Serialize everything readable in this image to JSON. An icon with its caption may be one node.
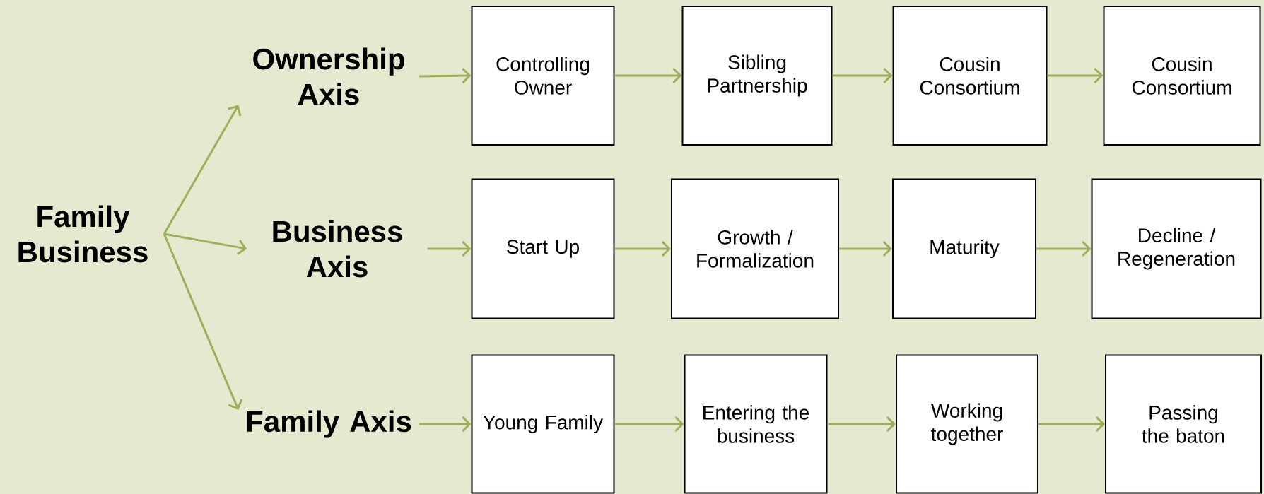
{
  "diagram": {
    "nodes": [
      {
        "text": [
          "Family Business"
        ]
      },
      {
        "text": [
          "Ownership Axis"
        ]
      },
      {
        "text": [
          "Business Axis"
        ]
      },
      {
        "text": [
          "Family Axis"
        ]
      },
      {
        "text": [
          "Controlling Owner"
        ]
      },
      {
        "text": [
          "Sibling Partnership"
        ]
      },
      {
        "text": [
          "Cousin Consortium"
        ]
      },
      {
        "text": [
          "Cousin Consortium"
        ]
      },
      {
        "text": [
          "Start Up"
        ]
      },
      {
        "text": [
          "Growth / Formalization"
        ]
      },
      {
        "text": [
          "Maturity"
        ]
      },
      {
        "text": [
          "Decline / Regeneration"
        ]
      },
      {
        "text": [
          "Young Family"
        ]
      },
      {
        "text": [
          "Entering the business"
        ]
      },
      {
        "text": [
          "Working together"
        ]
      },
      {
        "text": [
          "Passing the baton"
        ]
      }
    ],
    "edges": [
      {
        "from": 0,
        "to": 1,
        "arrow": "to"
      },
      {
        "from": 0,
        "to": 2,
        "arrow": "to"
      },
      {
        "from": 0,
        "to": 3,
        "arrow": "to"
      },
      {
        "from": 1,
        "to": 4,
        "arrow": "to"
      },
      {
        "from": 4,
        "to": 5,
        "arrow": "to"
      },
      {
        "from": 5,
        "to": 6,
        "arrow": "to"
      },
      {
        "from": 6,
        "to": 7,
        "arrow": "to"
      },
      {
        "from": 2,
        "to": 8,
        "arrow": "to"
      },
      {
        "from": 8,
        "to": 9,
        "arrow": "to"
      },
      {
        "from": 9,
        "to": 10,
        "arrow": "to"
      },
      {
        "from": 10,
        "to": 11,
        "arrow": "to"
      },
      {
        "from": 3,
        "to": 12,
        "arrow": "to"
      },
      {
        "from": 12,
        "to": 13,
        "arrow": "to"
      },
      {
        "from": 13,
        "to": 14,
        "arrow": "to"
      },
      {
        "from": 14,
        "to": 15,
        "arrow": "to"
      }
    ]
  }
}
